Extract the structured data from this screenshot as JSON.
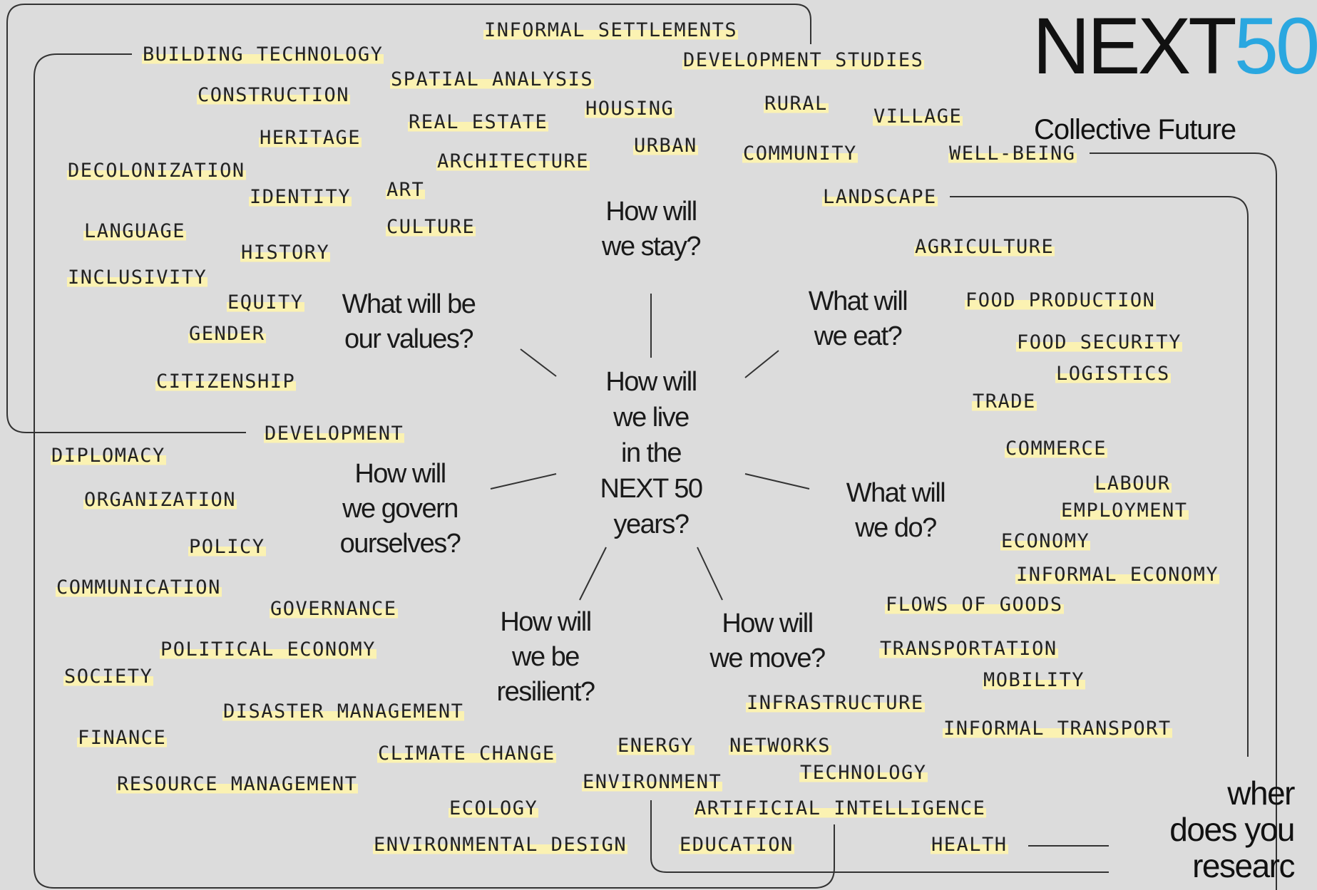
{
  "logo": {
    "word": "NEXT",
    "number": "50",
    "tagline": "Collective Future"
  },
  "center_question": "How will\nwe live\nin the\nNEXT 50\nyears?",
  "questions": {
    "stay": "How will\nwe stay?",
    "values": "What will be\nour values?",
    "eat": "What will\nwe eat?",
    "govern": "How will\nwe govern\nourselves?",
    "do": "What will\nwe do?",
    "resilient": "How will\nwe be\nresilient?",
    "move": "How will\nwe move?"
  },
  "corner_question": "wher\ndoes you\nresearc",
  "keywords": {
    "informal_settlements": "INFORMAL SETTLEMENTS",
    "building_technology": "BUILDING TECHNOLOGY",
    "development_studies": "DEVELOPMENT STUDIES",
    "spatial_analysis": "SPATIAL ANALYSIS",
    "construction": "CONSTRUCTION",
    "housing": "HOUSING",
    "rural": "RURAL",
    "village": "VILLAGE",
    "real_estate": "REAL ESTATE",
    "heritage": "HERITAGE",
    "urban": "URBAN",
    "community": "COMMUNITY",
    "well_being": "WELL-BEING",
    "architecture": "ARCHITECTURE",
    "decolonization": "DECOLONIZATION",
    "identity": "IDENTITY",
    "art": "ART",
    "landscape": "LANDSCAPE",
    "culture": "CULTURE",
    "language": "LANGUAGE",
    "history": "HISTORY",
    "agriculture": "AGRICULTURE",
    "inclusivity": "INCLUSIVITY",
    "equity": "EQUITY",
    "food_production": "FOOD PRODUCTION",
    "gender": "GENDER",
    "food_security": "FOOD SECURITY",
    "logistics": "LOGISTICS",
    "citizenship": "CITIZENSHIP",
    "trade": "TRADE",
    "development": "DEVELOPMENT",
    "diplomacy": "DIPLOMACY",
    "commerce": "COMMERCE",
    "labour": "LABOUR",
    "organization": "ORGANIZATION",
    "employment": "EMPLOYMENT",
    "policy": "POLICY",
    "economy": "ECONOMY",
    "communication": "COMMUNICATION",
    "informal_economy": "INFORMAL ECONOMY",
    "governance": "GOVERNANCE",
    "flows_of_goods": "FLOWS OF GOODS",
    "political_economy": "POLITICAL ECONOMY",
    "transportation": "TRANSPORTATION",
    "society": "SOCIETY",
    "mobility": "MOBILITY",
    "disaster_management": "DISASTER MANAGEMENT",
    "infrastructure": "INFRASTRUCTURE",
    "finance": "FINANCE",
    "informal_transport": "INFORMAL TRANSPORT",
    "climate_change": "CLIMATE CHANGE",
    "energy": "ENERGY",
    "networks": "NETWORKS",
    "technology": "TECHNOLOGY",
    "resource_management": "RESOURCE MANAGEMENT",
    "environment": "ENVIRONMENT",
    "ecology": "ECOLOGY",
    "artificial_intelligence": "ARTIFICIAL INTELLIGENCE",
    "environmental_design": "ENVIRONMENTAL DESIGN",
    "education": "EDUCATION",
    "health": "HEALTH"
  },
  "colors": {
    "background": "#dcdcdc",
    "highlight": "#fbf2b2",
    "accent": "#2aa7e0",
    "line": "#333333"
  }
}
